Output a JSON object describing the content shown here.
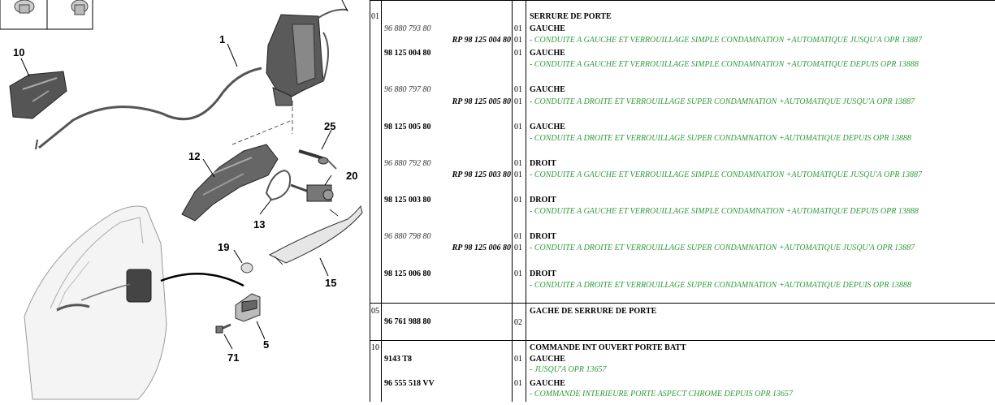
{
  "callouts": {
    "c1": "1",
    "c10": "10",
    "c12": "12",
    "c25": "25",
    "c20": "20",
    "c13": "13",
    "c19": "19",
    "c15": "15",
    "c5": "5",
    "c71": "71"
  },
  "table": {
    "groups": [
      {
        "ref": "01",
        "title": "SERRURE DE PORTE",
        "rows": [
          {
            "pn_old": "96 880 793 80",
            "qty_top": "01",
            "side": "GAUCHE",
            "rp": "RP 98 125 004 80",
            "qty": "01",
            "note": "- CONDUITE A GAUCHE ET VERROUILLAGE SIMPLE CONDAMNATION +AUTOMATIQUE JUSQU'A OPR 13887"
          },
          {
            "pn_new": "98 125 004 80",
            "qty_top": "01",
            "side": "GAUCHE",
            "note": "- CONDUITE A GAUCHE ET VERROUILLAGE SIMPLE CONDAMNATION +AUTOMATIQUE DEPUIS OPR 13888"
          },
          {
            "pn_old": "96 880 797 80",
            "qty_top": "01",
            "side": "GAUCHE",
            "rp": "RP 98 125 005 80",
            "qty": "01",
            "note": "- CONDUITE A DROITE ET VERROUILLAGE SUPER CONDAMNATION +AUTOMATIQUE JUSQU'A OPR 13887"
          },
          {
            "pn_new": "98 125 005 80",
            "qty_top": "01",
            "side": "GAUCHE",
            "note": "- CONDUITE A DROITE ET VERROUILLAGE SUPER CONDAMNATION +AUTOMATIQUE DEPUIS OPR 13888"
          },
          {
            "pn_old": "96 880 792 80",
            "qty_top": "01",
            "side": "DROIT",
            "rp": "RP 98 125 003 80",
            "qty": "01",
            "note": "- CONDUITE A GAUCHE ET VERROUILLAGE SIMPLE CONDAMNATION +AUTOMATIQUE JUSQU'A OPR 13887"
          },
          {
            "pn_new": "98 125 003 80",
            "qty_top": "01",
            "side": "DROIT",
            "note": "- CONDUITE A GAUCHE ET VERROUILLAGE SIMPLE CONDAMNATION +AUTOMATIQUE DEPUIS OPR 13888"
          },
          {
            "pn_old": "96 880 798 80",
            "qty_top": "01",
            "side": "DROIT",
            "rp": "RP 98 125 006 80",
            "qty": "01",
            "note": "- CONDUITE A DROITE ET VERROUILLAGE SUPER CONDAMNATION +AUTOMATIQUE JUSQU'A OPR 13887"
          },
          {
            "pn_new": "98 125 006 80",
            "qty_top": "01",
            "side": "DROIT",
            "note": "- CONDUITE A DROITE ET VERROUILLAGE SUPER CONDAMNATION +AUTOMATIQUE DEPUIS OPR 13888"
          }
        ]
      },
      {
        "ref": "05",
        "title": "GACHE DE SERRURE DE PORTE",
        "pn_new": "96 761 988 80",
        "qty": "02"
      },
      {
        "ref": "10",
        "title": "COMMANDE INT OUVERT PORTE BATT",
        "rows": [
          {
            "pn_new": "9143 T8",
            "qty": "01",
            "side": "GAUCHE",
            "note": "- JUSQU'A OPR 13657"
          },
          {
            "pn_new": "96 555 518 VV",
            "qty": "01",
            "side": "GAUCHE",
            "note": "- COMMANDE INTERIEURE PORTE ASPECT CHROME DEPUIS OPR 13657"
          }
        ]
      }
    ]
  },
  "colors": {
    "note_text": "#2e9a3a",
    "grid": "#000000"
  }
}
